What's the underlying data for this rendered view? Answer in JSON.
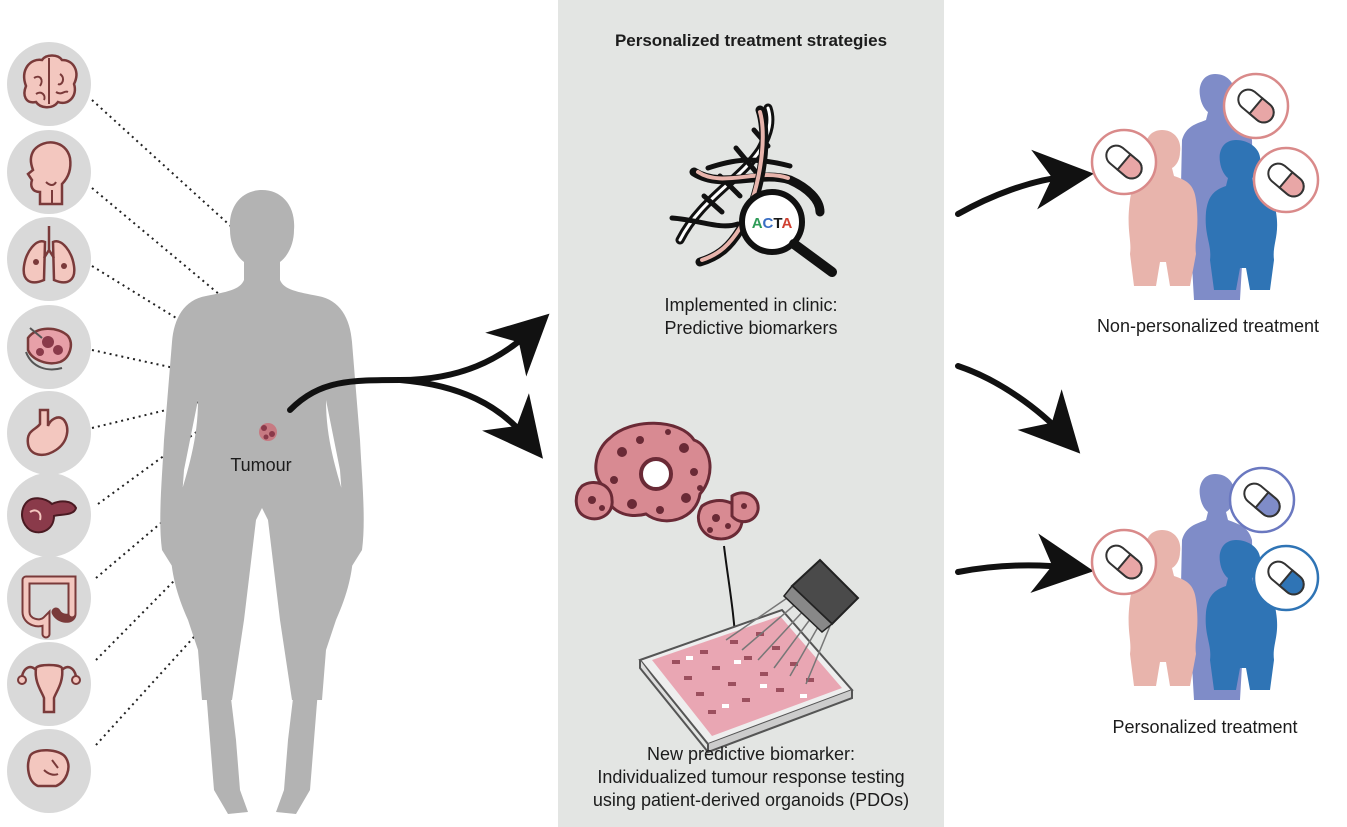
{
  "panel": {
    "title": "Personalized treatment strategies",
    "biomarker_label_line1": "Implemented in clinic:",
    "biomarker_label_line2": "Predictive biomarkers",
    "dna_sequence": "ACTA",
    "pdo_label_line1": "New predictive biomarker:",
    "pdo_label_line2": "Individualized tumour response testing",
    "pdo_label_line3": "using patient-derived organoids (PDOs)"
  },
  "body_figure": {
    "tumour_label": "Tumour"
  },
  "organs": [
    {
      "name": "brain-icon"
    },
    {
      "name": "head-neck-icon"
    },
    {
      "name": "lungs-icon"
    },
    {
      "name": "liver-icon"
    },
    {
      "name": "stomach-icon"
    },
    {
      "name": "pancreas-icon"
    },
    {
      "name": "colon-icon"
    },
    {
      "name": "uterus-icon"
    },
    {
      "name": "other-organ-icon"
    }
  ],
  "outcomes": {
    "non_personalized_label": "Non-personalized treatment",
    "personalized_label": "Personalized treatment"
  },
  "colors": {
    "panel_bg": "#e3e5e3",
    "silhouette": "#b3b3b3",
    "organ_circle": "#d9d9d9",
    "organ_fill": "#f3c7bf",
    "pink_person": "#e8b4ac",
    "purple_person": "#7f8cc8",
    "blue_person": "#2f74b5",
    "pill_pink": "#e8a6a6",
    "pill_blue": "#3a6fc4",
    "tumour": "#8a3a4a"
  }
}
